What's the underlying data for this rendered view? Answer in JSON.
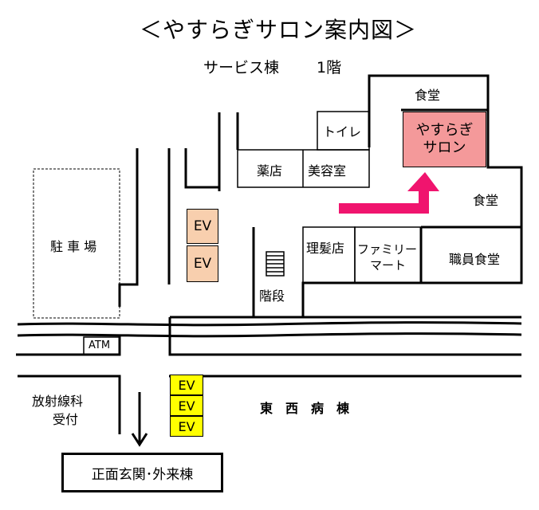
{
  "title": "＜やすらぎサロン案内図＞",
  "floor": {
    "building": "サービス棟",
    "level": "1階"
  },
  "rooms": {
    "shokudo_top": "食堂",
    "toilet": "トイレ",
    "salon_line1": "やすらぎ",
    "salon_line2": "サロン",
    "yakkyoku": "薬店",
    "biyoushitsu": "美容室",
    "shokudo_right": "食堂",
    "rihatsu": "理髪店",
    "familymart_line1": "ファミリー",
    "familymart_line2": "マート",
    "shokuin_shokudo": "職員食堂",
    "kaidan": "階段",
    "parking": "駐 車 場",
    "atm": "ATM",
    "radiology_line1": "放射線科",
    "radiology_line2": "受付",
    "east_west_ward": "東　西　病　棟",
    "entrance": "正面玄関･外来棟"
  },
  "elevators": {
    "service": [
      "EV",
      "EV"
    ],
    "ward": [
      "EV",
      "EV",
      "EV"
    ]
  },
  "colors": {
    "salon_fill": "#f4999a",
    "service_ev_fill": "#f8cfae",
    "ward_ev_fill": "#ffff00",
    "route_arrow": "#f0146e"
  }
}
